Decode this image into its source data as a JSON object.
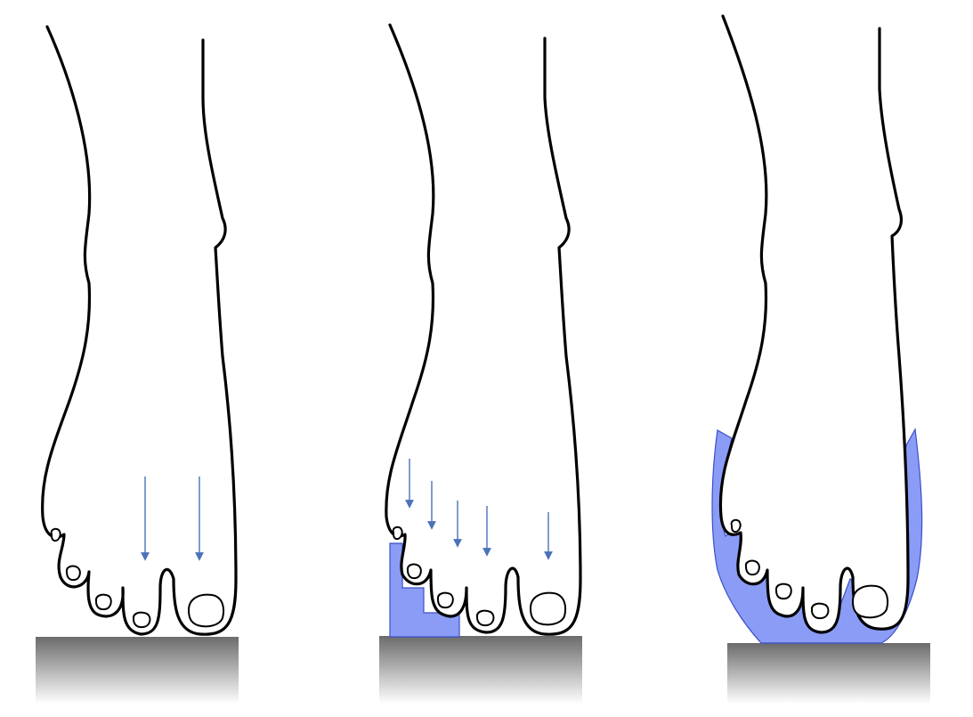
{
  "colors": {
    "outline": "#000000",
    "arrow": "#4a72b8",
    "support_fill": "#8a9cf5",
    "support_stroke": "#3b4fc7",
    "ground_top": "#6b6b6b",
    "ground_bottom": "#ffffff"
  },
  "panels": [
    {
      "name": "bare-foot",
      "support": "none",
      "arrow_count": 2
    },
    {
      "name": "foot-with-toe-spacer",
      "support": "stepped-block",
      "arrow_count": 5
    },
    {
      "name": "foot-in-cup-support",
      "support": "full-cup",
      "arrow_count": 0
    }
  ]
}
